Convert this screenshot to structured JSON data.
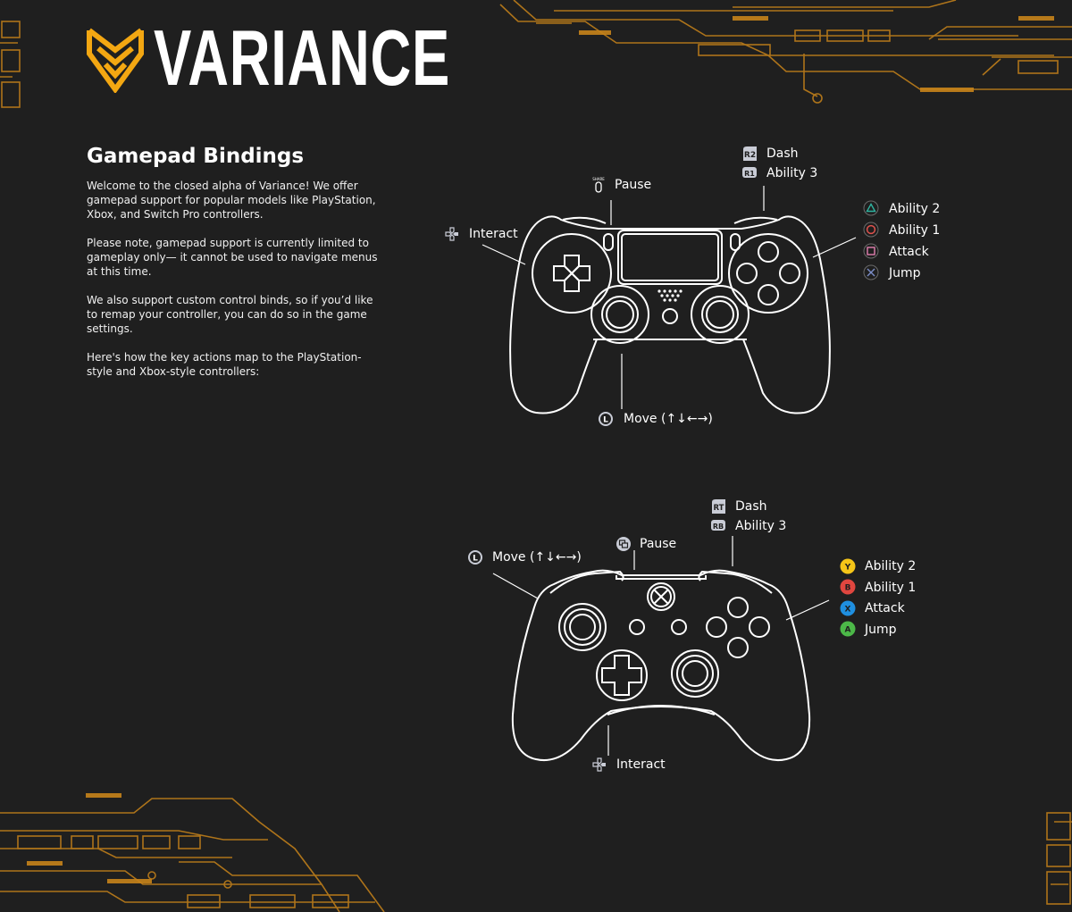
{
  "brand": {
    "name": "VARIANCE",
    "accent": "#f3a712"
  },
  "intro": {
    "title": "Gamepad Bindings",
    "paragraphs": [
      "Welcome to the closed alpha of Variance! We offer gamepad support for popular models like PlayStation, Xbox, and Switch Pro controllers.",
      "Please note, gamepad support is currently limited to gameplay only— it cannot be used to navigate menus at this time.",
      "We also support custom control binds, so if you’d like to remap your controller, you can do so in the game settings.",
      "Here's how the key actions map to the PlayStation-style and Xbox-style controllers:"
    ]
  },
  "playstation": {
    "buttons": {
      "r2": "R2",
      "r1": "R1",
      "share": "SHARE",
      "l": "L"
    },
    "bindings": {
      "dash": "Dash",
      "ability3": "Ability 3",
      "pause": "Pause",
      "interact": "Interact",
      "ability2": "Ability 2",
      "ability1": "Ability 1",
      "attack": "Attack",
      "jump": "Jump",
      "move": "Move (↑↓←→)"
    },
    "icons": [
      "triangle-icon",
      "circle-icon",
      "square-icon",
      "cross-icon",
      "dpad-icon",
      "share-icon",
      "left-stick-icon"
    ]
  },
  "xbox": {
    "buttons": {
      "rt": "RT",
      "rb": "RB",
      "l": "L",
      "y": "Y",
      "b": "B",
      "x": "X",
      "a": "A"
    },
    "bindings": {
      "dash": "Dash",
      "ability3": "Ability 3",
      "pause": "Pause",
      "move": "Move (↑↓←→)",
      "ability2": "Ability 2",
      "ability1": "Ability 1",
      "attack": "Attack",
      "jump": "Jump",
      "interact": "Interact"
    },
    "colors": {
      "y": "#f5c518",
      "b": "#e0463f",
      "x": "#1f8fe0",
      "a": "#4cb848"
    }
  },
  "colors": {
    "background": "#1f1f1f",
    "circuit": "#c7831a",
    "ps_triangle": "#2fb3a0",
    "ps_circle": "#e0524d",
    "ps_square": "#e27fb0",
    "ps_cross": "#7d8fc9"
  }
}
